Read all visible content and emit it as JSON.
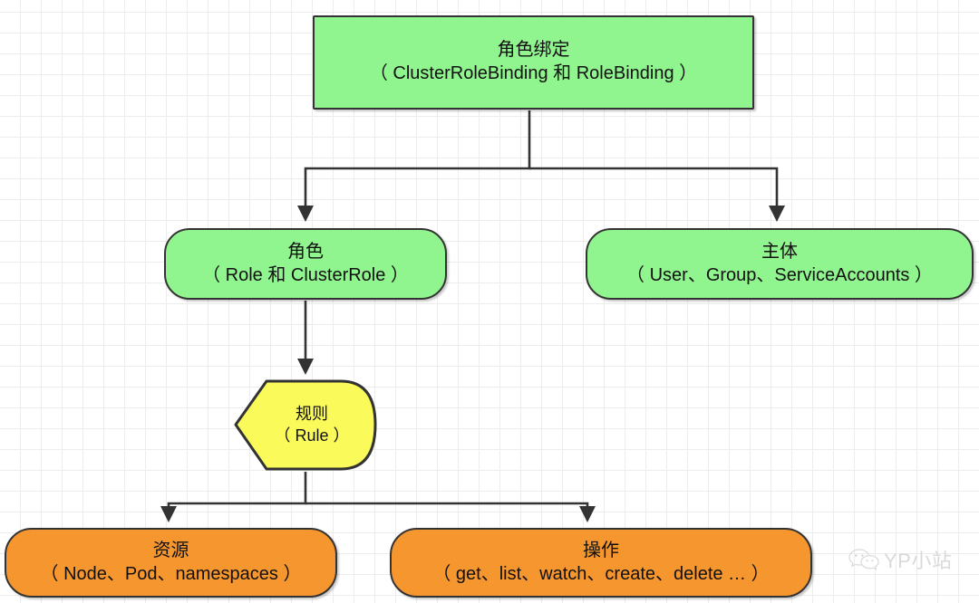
{
  "diagram": {
    "title_node": {
      "line1": "角色绑定",
      "line2": "（ ClusterRoleBinding 和 RoleBinding ）"
    },
    "nodes": [
      {
        "id": "role",
        "line1": "角色",
        "line2": "（ Role 和 ClusterRole ）",
        "shape": "rounded-rect",
        "color": "#90F58E"
      },
      {
        "id": "subject",
        "line1": "主体",
        "line2": "（ User、Group、ServiceAccounts ）",
        "shape": "rounded-rect",
        "color": "#90F58E"
      },
      {
        "id": "rule",
        "line1": "规则",
        "line2": "（ Rule ）",
        "shape": "hexagon",
        "color": "#FAFA5A"
      },
      {
        "id": "resource",
        "line1": "资源",
        "line2": "（ Node、Pod、namespaces ）",
        "shape": "rounded-rect",
        "color": "#F5962E"
      },
      {
        "id": "verb",
        "line1": "操作",
        "line2": "（ get、list、watch、create、delete … ）",
        "shape": "rounded-rect",
        "color": "#F5962E"
      }
    ],
    "edges": [
      {
        "from": "rolebinding",
        "to": "role",
        "style": "orthogonal-arrow"
      },
      {
        "from": "rolebinding",
        "to": "subject",
        "style": "orthogonal-arrow"
      },
      {
        "from": "role",
        "to": "rule",
        "style": "straight-arrow"
      },
      {
        "from": "rule",
        "to": "resource",
        "style": "orthogonal-arrow"
      },
      {
        "from": "rule",
        "to": "verb",
        "style": "orthogonal-arrow"
      }
    ],
    "colors": {
      "green": "#90F58E",
      "orange": "#F5962E",
      "yellow": "#FAFA5A",
      "stroke": "#333333",
      "grid_minor": "#ececec",
      "grid_major": "#e0e0e0",
      "watermark": "#d9d9d9"
    }
  },
  "watermark": {
    "icon": "wechat-icon",
    "text": "YP小站"
  }
}
